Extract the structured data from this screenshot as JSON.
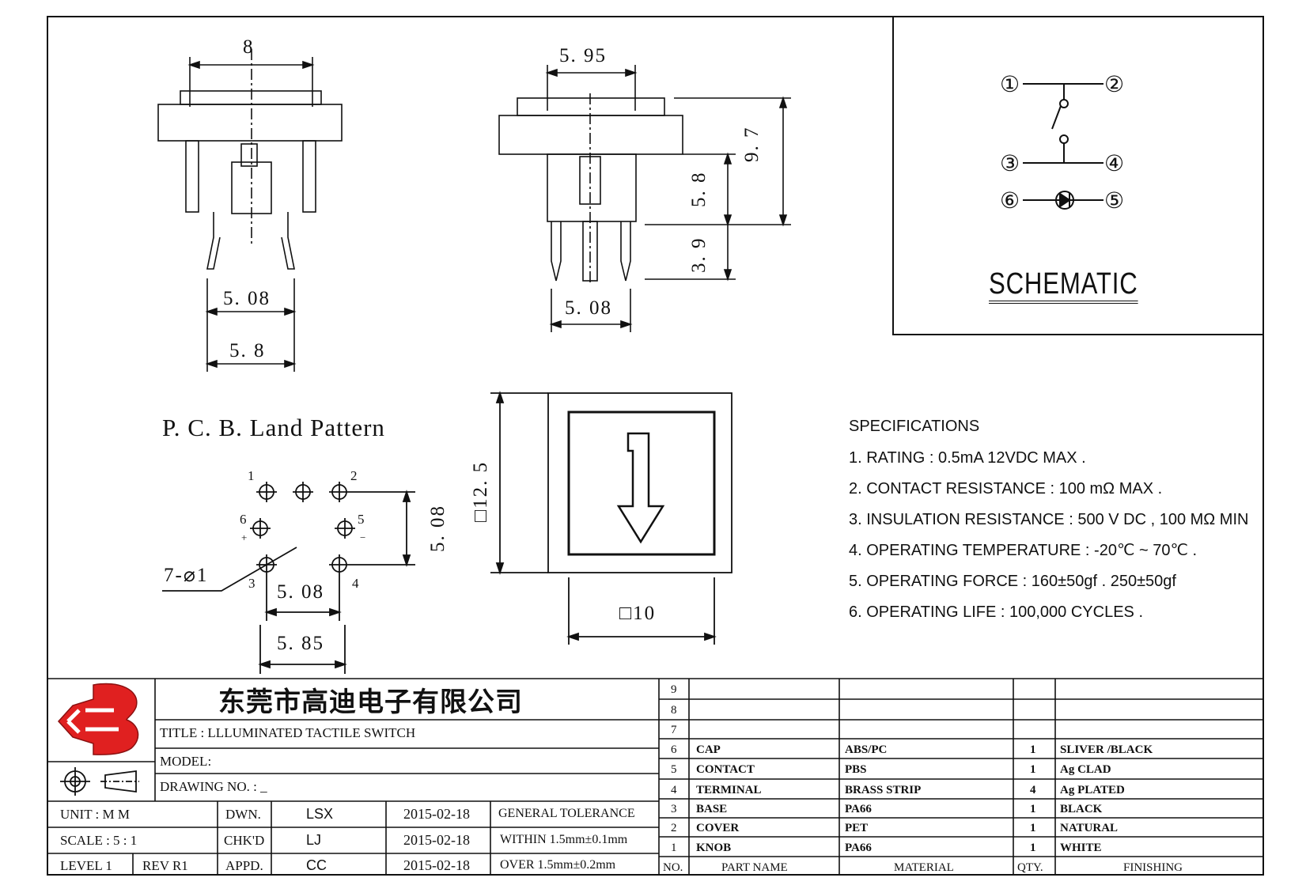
{
  "dims": {
    "top_width": "8",
    "top_pin_pitch": "5. 08",
    "top_body": "5. 8",
    "side_width": "5. 95",
    "side_height_total": "9. 7",
    "side_height_upper": "5. 8",
    "side_height_pins": "3. 9",
    "side_pin_pitch": "5. 08",
    "front_height": "□12. 5",
    "front_width": "□10",
    "pcb_v": "5. 08",
    "pcb_h_inner": "5. 08",
    "pcb_h_outer": "5. 85",
    "pcb_holes": "7-⌀1"
  },
  "pcb": {
    "title": "P. C. B. Land Pattern",
    "pins": [
      "1",
      "2",
      "3",
      "4",
      "5",
      "6",
      "+",
      "−"
    ]
  },
  "schematic": {
    "title": "SCHEMATIC",
    "pins": [
      "①",
      "②",
      "③",
      "④",
      "⑤",
      "⑥"
    ]
  },
  "specs": {
    "heading": "SPECIFICATIONS",
    "items": [
      "1. RATING : 0.5mA 12VDC MAX .",
      "2. CONTACT RESISTANCE : 100 mΩ MAX .",
      "3. INSULATION RESISTANCE : 500 V DC , 100 MΩ MIN",
      "4. OPERATING TEMPERATURE : -20℃ ~ 70℃ .",
      "5. OPERATING FORCE : 160±50gf . 250±50gf",
      "6. OPERATING LIFE : 100,000 CYCLES ."
    ]
  },
  "titleblock": {
    "company": "东莞市高迪电子有限公司",
    "title": "TITLE :  LLLUMINATED TACTILE SWITCH",
    "model": "MODEL:",
    "drawing_no": "DRAWING NO.  : _",
    "unit_label": "UNIT   :   M M",
    "scale_label": "SCALE  :  5 : 1",
    "level": "LEVEL 1",
    "rev": "REV  R1",
    "dwn": "DWN.",
    "chkd": "CHK'D",
    "appd": "APPD.",
    "dwn_name": "LSX",
    "chkd_name": "LJ",
    "appd_name": "CC",
    "dates": [
      "2015-02-18",
      "2015-02-18",
      "2015-02-18"
    ],
    "tol1": "GENERAL TOLERANCE",
    "tol2": "WITHIN 1.5mm±0.1mm",
    "tol3": "OVER  1.5mm±0.2mm"
  },
  "bom": {
    "header": {
      "no": "NO.",
      "part": "PART  NAME",
      "material": "MATERIAL",
      "qty": "QTY.",
      "finishing": "FINISHING"
    },
    "rows": [
      {
        "no": "9",
        "part": "",
        "material": "",
        "qty": "",
        "finishing": ""
      },
      {
        "no": "8",
        "part": "",
        "material": "",
        "qty": "",
        "finishing": ""
      },
      {
        "no": "7",
        "part": "",
        "material": "",
        "qty": "",
        "finishing": ""
      },
      {
        "no": "6",
        "part": "CAP",
        "material": "ABS/PC",
        "qty": "1",
        "finishing": "SLIVER /BLACK"
      },
      {
        "no": "5",
        "part": "CONTACT",
        "material": "PBS",
        "qty": "1",
        "finishing": "Ag CLAD"
      },
      {
        "no": "4",
        "part": "TERMINAL",
        "material": "BRASS STRIP",
        "qty": "4",
        "finishing": "Ag PLATED"
      },
      {
        "no": "3",
        "part": "BASE",
        "material": "PA66",
        "qty": "1",
        "finishing": "BLACK"
      },
      {
        "no": "2",
        "part": "COVER",
        "material": "PET",
        "qty": "1",
        "finishing": "NATURAL"
      },
      {
        "no": "1",
        "part": "KNOB",
        "material": "PA66",
        "qty": "1",
        "finishing": "WHITE"
      }
    ]
  },
  "colors": {
    "logo_red": "#e02020",
    "line": "#111111"
  }
}
